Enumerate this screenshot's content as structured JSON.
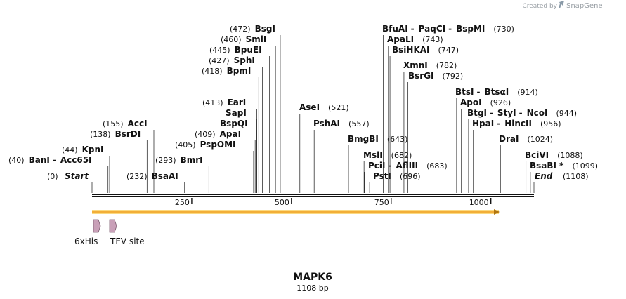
{
  "brand": {
    "created_by": "Created by",
    "name": "SnapGene"
  },
  "map": {
    "title": "MAPK6",
    "subtitle": "1108 bp",
    "length": 1108,
    "ticks": [
      250,
      500,
      750,
      1000
    ],
    "ends": [
      {
        "name": "Start",
        "pos_label": "(0)",
        "pos": 0
      },
      {
        "name": "End",
        "pos_label": "(1108)",
        "pos": 1108
      }
    ],
    "sites": [
      {
        "id": "bani",
        "names": [
          "BanI",
          "Acc65I"
        ],
        "pos_label": "(40)",
        "pos": 40
      },
      {
        "id": "kpni",
        "names": [
          "KpnI"
        ],
        "pos_label": "(44)",
        "pos": 44
      },
      {
        "id": "bsrdi",
        "names": [
          "BsrDI"
        ],
        "pos_label": "(138)",
        "pos": 138
      },
      {
        "id": "acci",
        "names": [
          "AccI"
        ],
        "pos_label": "(155)",
        "pos": 155
      },
      {
        "id": "bsaai",
        "names": [
          "BsaAI"
        ],
        "pos_label": "(232)",
        "pos": 232
      },
      {
        "id": "bmri",
        "names": [
          "BmrI"
        ],
        "pos_label": "(293)",
        "pos": 293
      },
      {
        "id": "pspomi",
        "names": [
          "PspOMI"
        ],
        "pos_label": "(405)",
        "pos": 405
      },
      {
        "id": "apai",
        "names": [
          "ApaI"
        ],
        "pos_label": "(409)",
        "pos": 409
      },
      {
        "id": "bspqi",
        "names": [
          "BspQI"
        ],
        "pos_label": "",
        "pos": 413
      },
      {
        "id": "sapi",
        "names": [
          "SapI"
        ],
        "pos_label": "",
        "pos": 413
      },
      {
        "id": "eari",
        "names": [
          "EarI"
        ],
        "pos_label": "(413)",
        "pos": 413
      },
      {
        "id": "bpmi",
        "names": [
          "BpmI"
        ],
        "pos_label": "(418)",
        "pos": 418
      },
      {
        "id": "sphi",
        "names": [
          "SphI"
        ],
        "pos_label": "(427)",
        "pos": 427
      },
      {
        "id": "bpuei",
        "names": [
          "BpuEI"
        ],
        "pos_label": "(445)",
        "pos": 445
      },
      {
        "id": "smli",
        "names": [
          "SmlI"
        ],
        "pos_label": "(460)",
        "pos": 460
      },
      {
        "id": "bsgi",
        "names": [
          "BsgI"
        ],
        "pos_label": "(472)",
        "pos": 472
      },
      {
        "id": "asei",
        "names": [
          "AseI"
        ],
        "pos_label": "(521)",
        "pos": 521
      },
      {
        "id": "pshai",
        "names": [
          "PshAI"
        ],
        "pos_label": "(557)",
        "pos": 557
      },
      {
        "id": "bmgbi",
        "names": [
          "BmgBI"
        ],
        "pos_label": "(643)",
        "pos": 643
      },
      {
        "id": "msli",
        "names": [
          "MslI"
        ],
        "pos_label": "(682)",
        "pos": 682
      },
      {
        "id": "pcii",
        "names": [
          "PciI",
          "AflIII"
        ],
        "pos_label": "(683)",
        "pos": 683
      },
      {
        "id": "psti",
        "names": [
          "PstI"
        ],
        "pos_label": "(696)",
        "pos": 696
      },
      {
        "id": "bfuai",
        "names": [
          "BfuAI",
          "PaqCI",
          "BspMI"
        ],
        "pos_label": "(730)",
        "pos": 730
      },
      {
        "id": "apali",
        "names": [
          "ApaLI"
        ],
        "pos_label": "(743)",
        "pos": 743
      },
      {
        "id": "bsihkai",
        "names": [
          "BsiHKAI"
        ],
        "pos_label": "(747)",
        "pos": 747
      },
      {
        "id": "xmni",
        "names": [
          "XmnI"
        ],
        "pos_label": "(782)",
        "pos": 782
      },
      {
        "id": "bsrgi",
        "names": [
          "BsrGI"
        ],
        "pos_label": "(792)",
        "pos": 792
      },
      {
        "id": "btsi",
        "names": [
          "BtsI",
          "BtsαI"
        ],
        "pos_label": "(914)",
        "pos": 914
      },
      {
        "id": "apoi",
        "names": [
          "ApoI"
        ],
        "pos_label": "(926)",
        "pos": 926
      },
      {
        "id": "btgi",
        "names": [
          "BtgI",
          "StyI",
          "NcoI"
        ],
        "pos_label": "(944)",
        "pos": 944
      },
      {
        "id": "hpai",
        "names": [
          "HpaI",
          "HincII"
        ],
        "pos_label": "(956)",
        "pos": 956
      },
      {
        "id": "drai",
        "names": [
          "DraI"
        ],
        "pos_label": "(1024)",
        "pos": 1024
      },
      {
        "id": "bcivi",
        "names": [
          "BciVI"
        ],
        "pos_label": "(1088)",
        "pos": 1088
      },
      {
        "id": "bsabi",
        "names": [
          "BsaBI *"
        ],
        "pos_label": "(1099)",
        "pos": 1099
      }
    ],
    "features": [
      {
        "name": "ORF",
        "start": 0,
        "end": 1108,
        "color": "#f0a020"
      },
      {
        "name": "6xHis",
        "start": 1,
        "end": 18,
        "color": "#c9a0b8"
      },
      {
        "name": "TEV site",
        "start": 40,
        "end": 60,
        "color": "#c9a0b8"
      }
    ]
  }
}
